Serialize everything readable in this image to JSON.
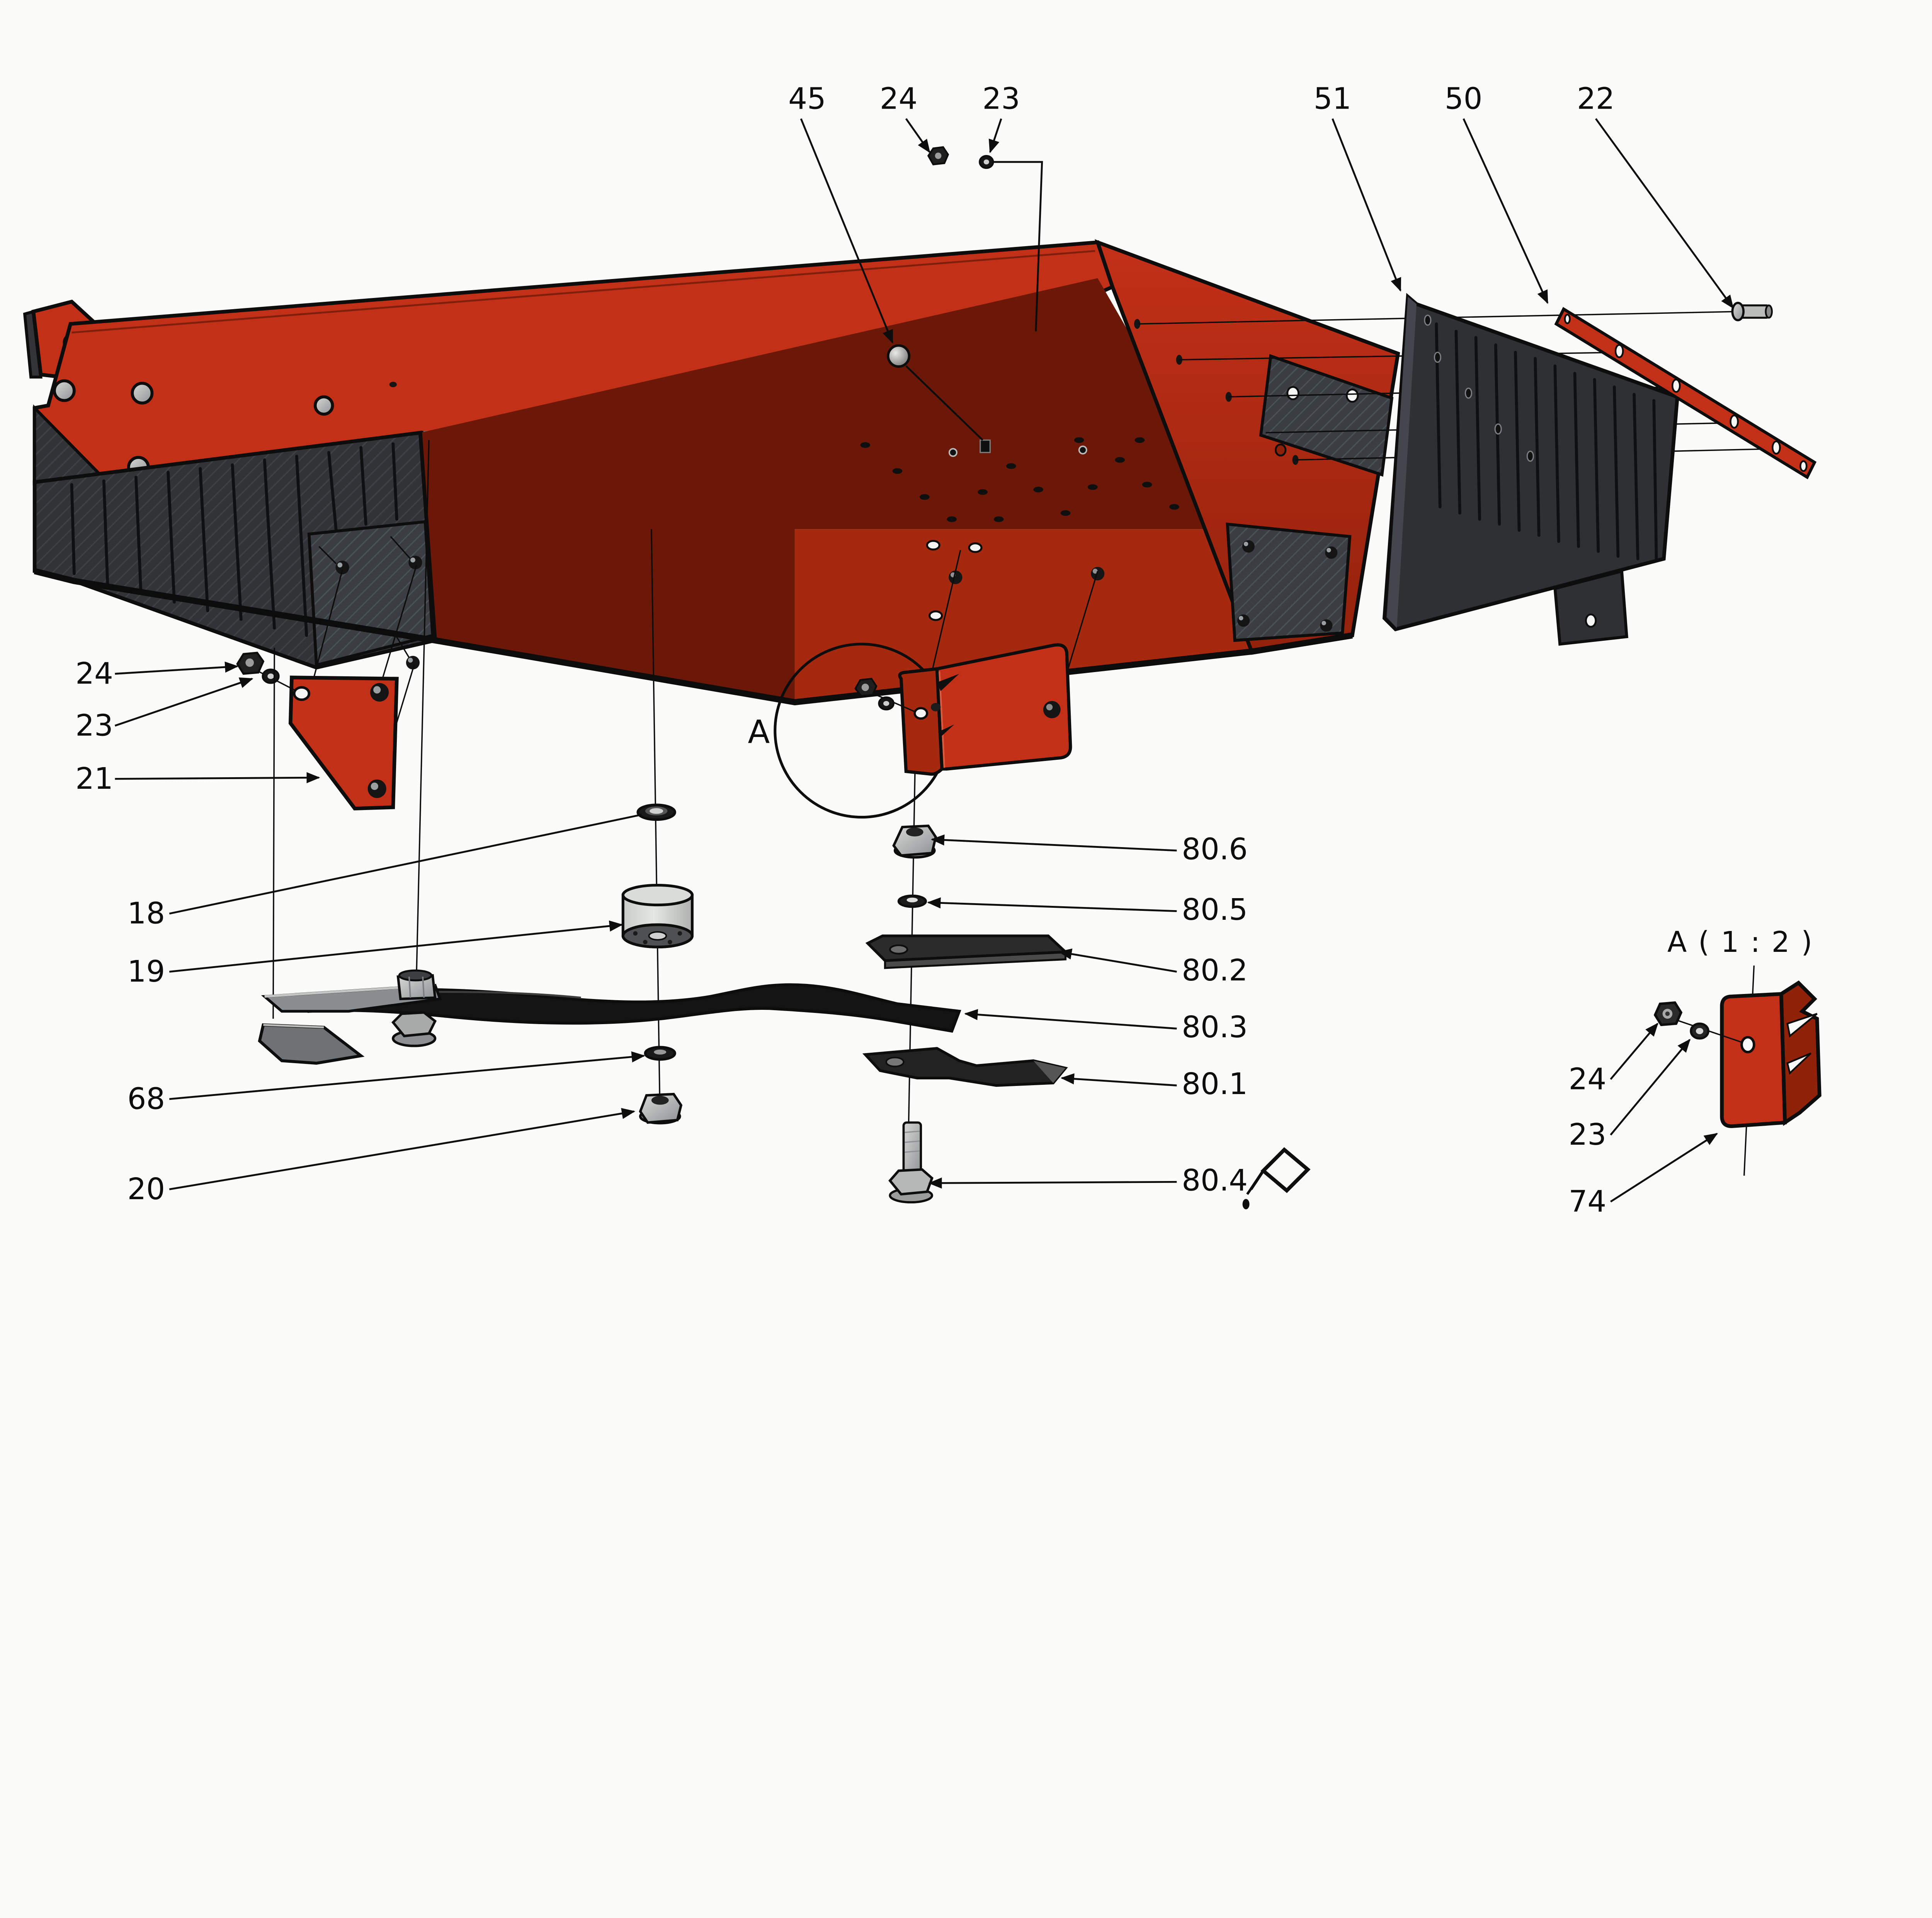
{
  "figure": {
    "type": "exploded-parts-diagram",
    "subject": "mower-deck-assembly"
  },
  "detail_view": {
    "title": "A ( 1 : 2 )",
    "marker": "A",
    "scale": "1 : 2"
  },
  "callouts": {
    "top": [
      {
        "label": "45"
      },
      {
        "label": "24"
      },
      {
        "label": "23"
      },
      {
        "label": "51"
      },
      {
        "label": "50"
      },
      {
        "label": "22"
      }
    ],
    "left": [
      {
        "label": "24"
      },
      {
        "label": "23"
      },
      {
        "label": "21"
      },
      {
        "label": "18"
      },
      {
        "label": "19"
      },
      {
        "label": "68"
      },
      {
        "label": "20"
      }
    ],
    "right": [
      {
        "label": "80.6"
      },
      {
        "label": "80.5"
      },
      {
        "label": "80.2"
      },
      {
        "label": "80.3"
      },
      {
        "label": "80.1"
      },
      {
        "label": "80.4"
      }
    ],
    "detail": [
      {
        "label": "24"
      },
      {
        "label": "23"
      },
      {
        "label": "74"
      }
    ]
  },
  "icons": {
    "threadlocker": "glue-bottle-icon"
  },
  "colors": {
    "background": "#fbfbfa",
    "ink": "#0d0d0d",
    "deck_red": "#c33018",
    "deck_red_mid": "#a5290f",
    "deck_red_dark": "#6b1808",
    "carbon": "#323438",
    "carbon_light": "#43464c",
    "metal_light": "#d6d9d6",
    "metal_dark": "#8e9294",
    "blade_black": "#141414"
  }
}
